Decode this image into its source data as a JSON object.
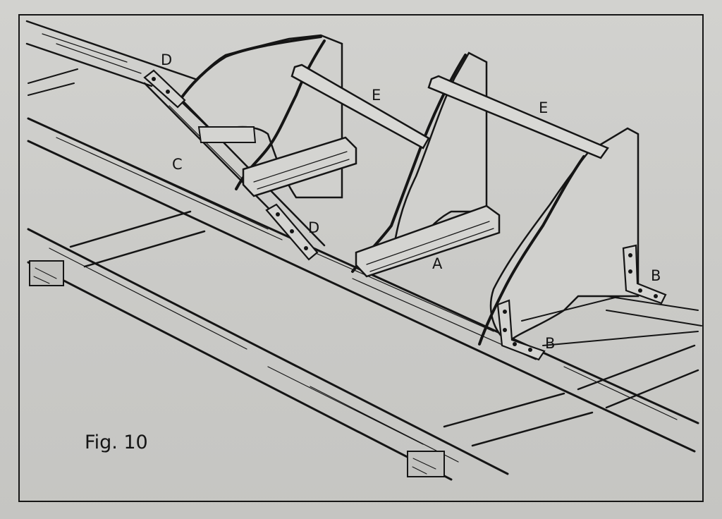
{
  "figure": {
    "caption": "Fig. 10",
    "labels": {
      "d_top": "D",
      "d_lower": "D",
      "c": "C",
      "e_left": "E",
      "e_right": "E",
      "a": "A",
      "b_upper": "B",
      "b_lower": "B"
    }
  },
  "colors": {
    "paper": "#cacac7",
    "ink": "#151515"
  }
}
